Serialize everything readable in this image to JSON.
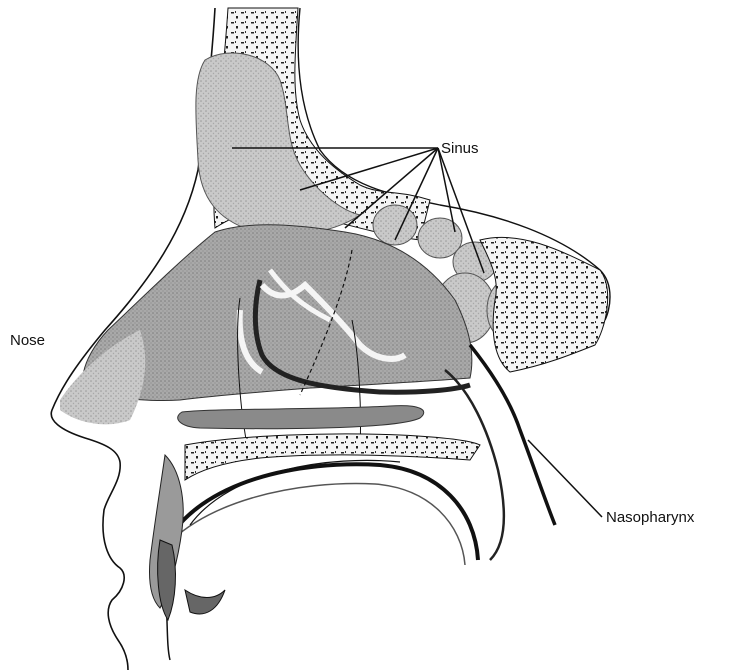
{
  "labels": {
    "sinus": "Sinus",
    "nose": "Nose",
    "nasopharynx": "Nasopharynx"
  },
  "colors": {
    "background": "#ffffff",
    "line": "#111111",
    "bone_fill": "#d8d8d8",
    "cavity_fill": "#b9b9b9",
    "sinus_fill": "#c6c6c6",
    "dark_tissue": "#7a7a7a"
  }
}
